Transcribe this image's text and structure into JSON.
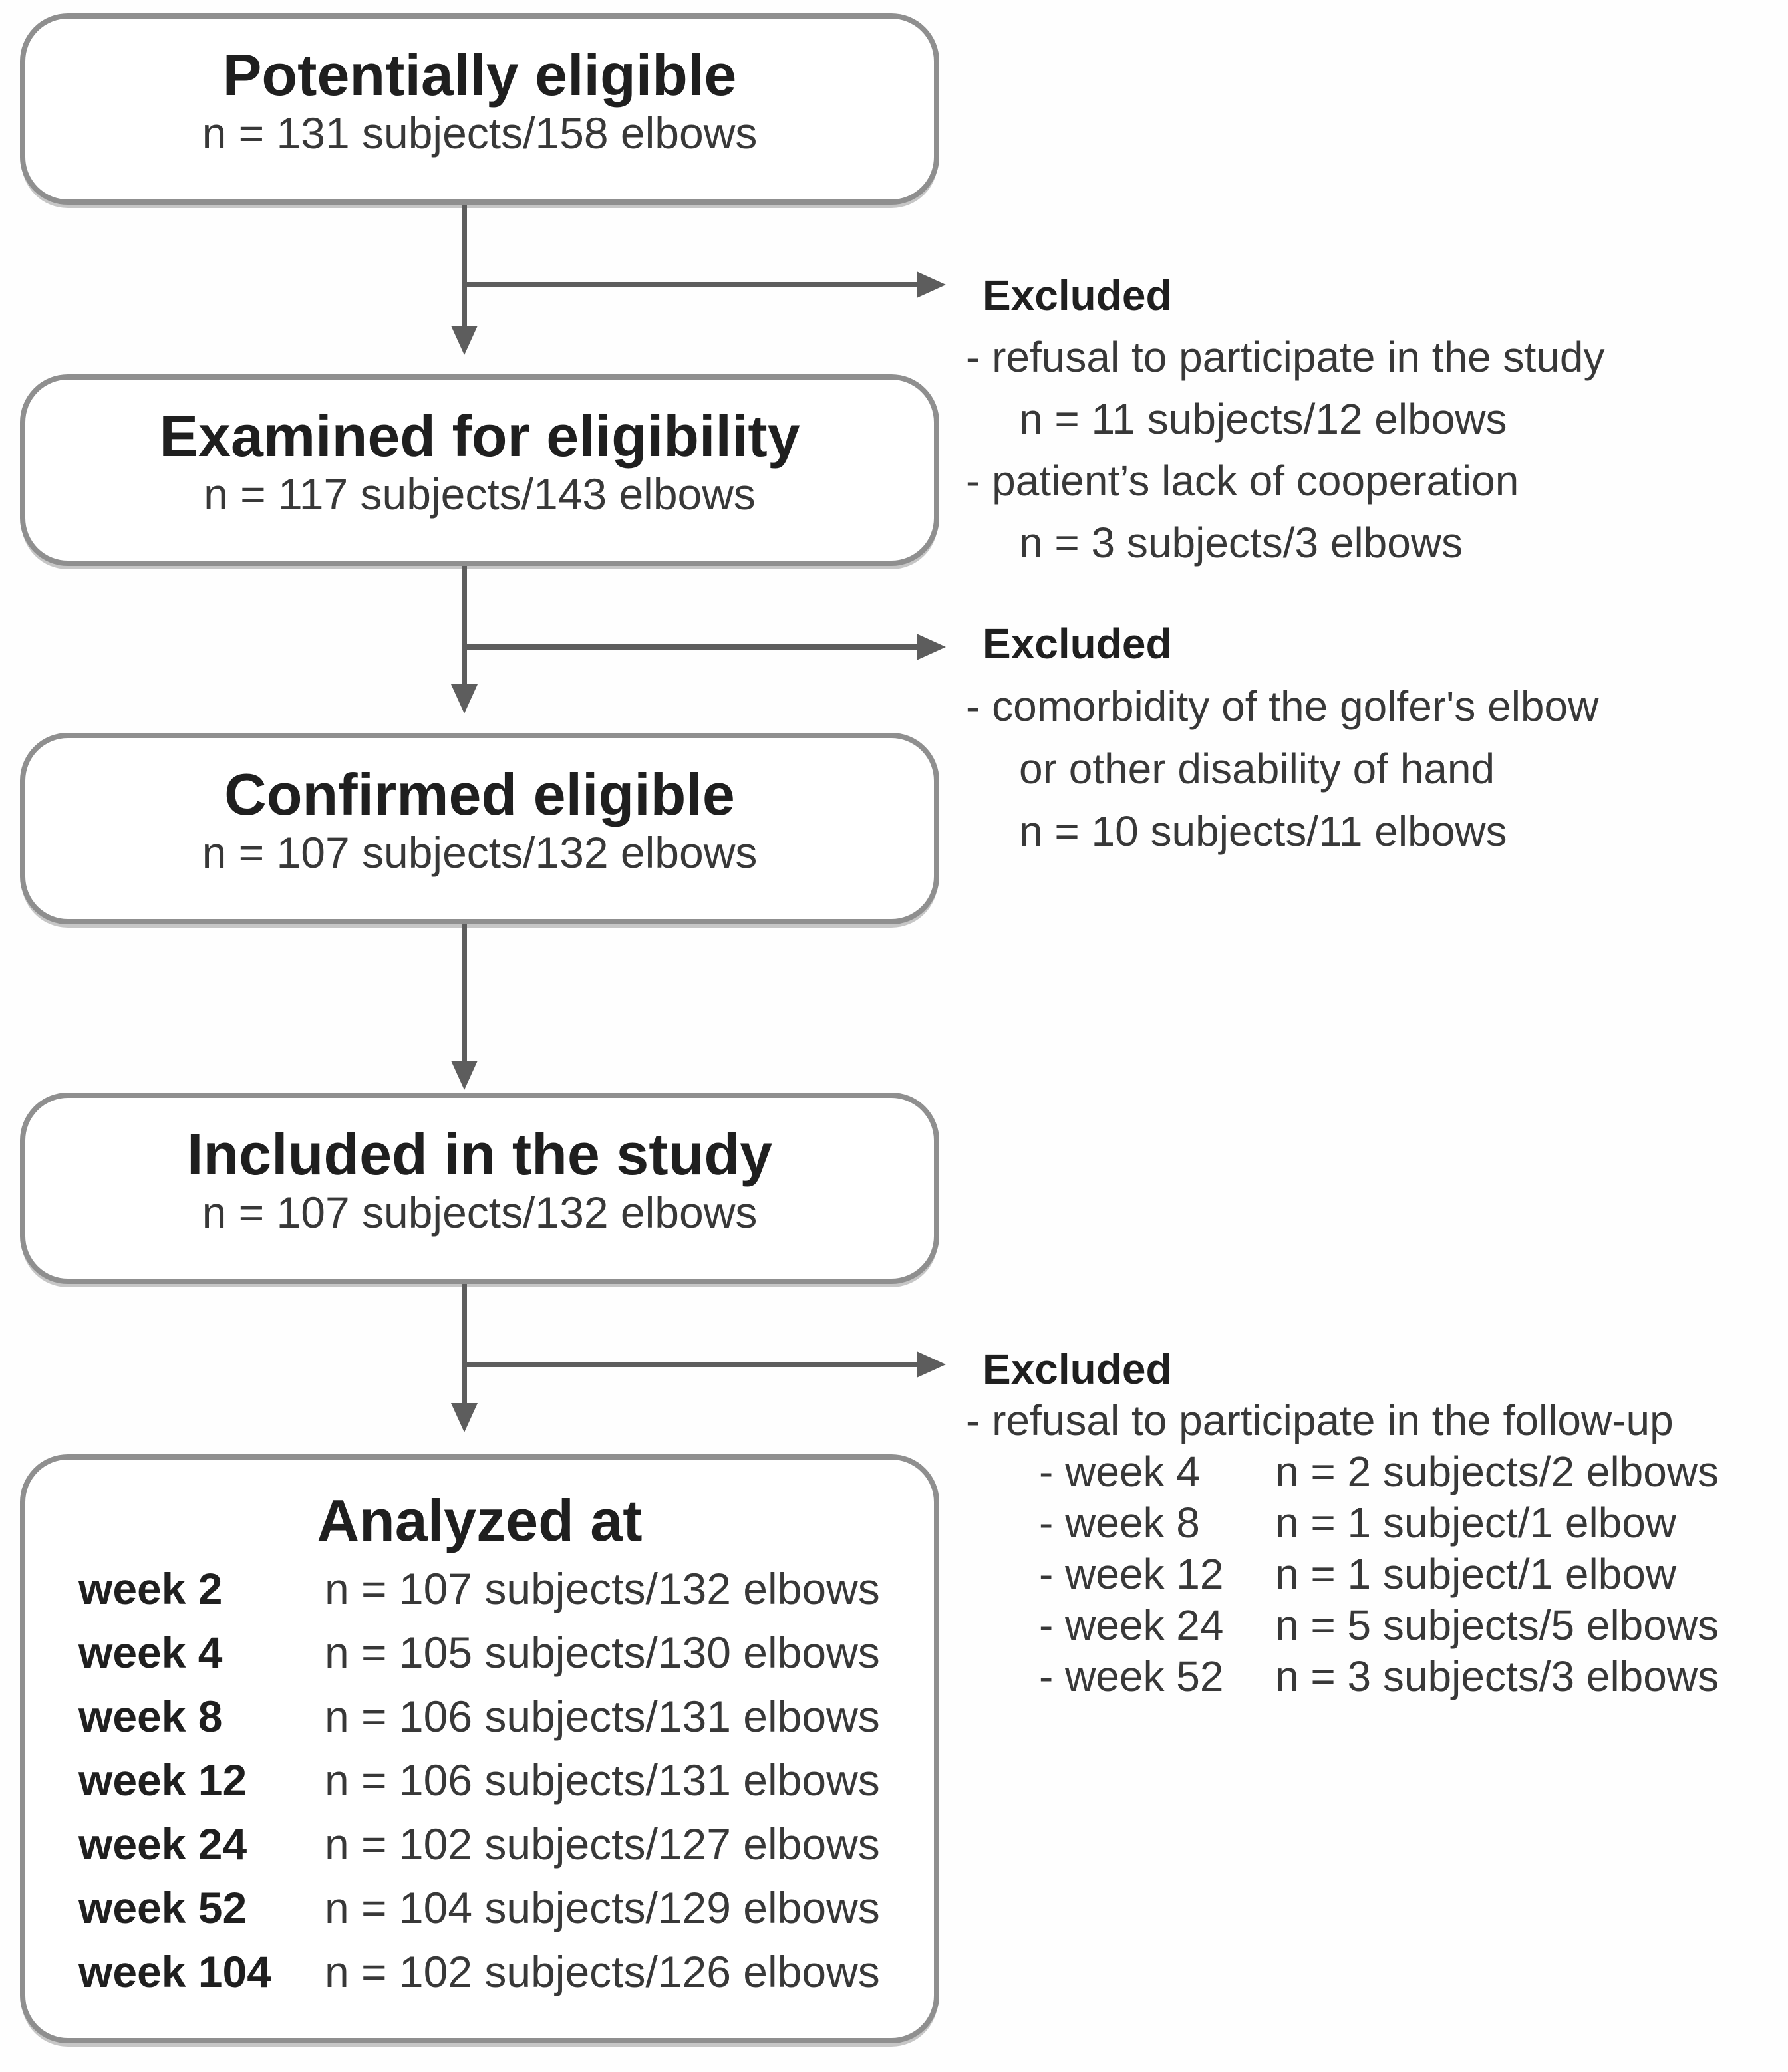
{
  "diagram": {
    "boxes": [
      {
        "title": "Potentially eligible",
        "subtitle": "n = 131 subjects/158 elbows"
      },
      {
        "title": "Examined for eligibility",
        "subtitle": "n = 117 subjects/143 elbows"
      },
      {
        "title": "Confirmed eligible",
        "subtitle": "n = 107 subjects/132 elbows"
      },
      {
        "title": "Included in the study",
        "subtitle": "n = 107 subjects/132 elbows"
      }
    ],
    "analyzed": {
      "title": "Analyzed at",
      "rows": [
        {
          "label": "week 2",
          "value": "n = 107 subjects/132 elbows"
        },
        {
          "label": "week 4",
          "value": "n = 105 subjects/130 elbows"
        },
        {
          "label": "week 8",
          "value": "n = 106 subjects/131 elbows"
        },
        {
          "label": "week 12",
          "value": "n = 106 subjects/131 elbows"
        },
        {
          "label": "week 24",
          "value": "n = 102 subjects/127 elbows"
        },
        {
          "label": "week 52",
          "value": "n = 104 subjects/129 elbows"
        },
        {
          "label": "week 104",
          "value": "n = 102 subjects/126 elbows"
        }
      ]
    },
    "exclusions": [
      {
        "heading": "Excluded",
        "lines": [
          {
            "text": "- refusal to participate in the study"
          },
          {
            "text": "n = 11 subjects/12 elbows"
          },
          {
            "text": "- patient’s lack of cooperation"
          },
          {
            "text": "n = 3 subjects/3 elbows"
          }
        ]
      },
      {
        "heading": "Excluded",
        "lines": [
          {
            "text": "- comorbidity of the golfer's elbow"
          },
          {
            "text": "or other disability of hand"
          },
          {
            "text": "n = 10 subjects/11 elbows"
          }
        ]
      },
      {
        "heading": "Excluded",
        "intro": "- refusal to participate in the follow-up",
        "weeks": [
          {
            "label": "- week 4",
            "value": "n = 2 subjects/2 elbows"
          },
          {
            "label": "- week 8",
            "value": "n = 1 subject/1 elbow"
          },
          {
            "label": "- week 12",
            "value": "n = 1 subject/1 elbow"
          },
          {
            "label": "- week 24",
            "value": "n = 5 subjects/5 elbows"
          },
          {
            "label": "- week 52",
            "value": "n = 3 subjects/3 elbows"
          }
        ]
      }
    ],
    "colors": {
      "border": "#8f8f8f",
      "arrow": "#5d5d5d",
      "title": "#1f1f1f",
      "body": "#383838",
      "background": "#fefefe"
    }
  }
}
